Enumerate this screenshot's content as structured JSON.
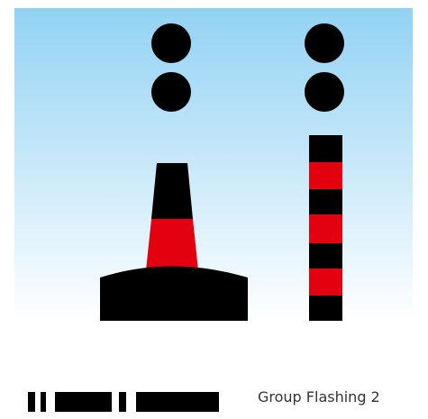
{
  "colors": {
    "sky_top": "#92d2f4",
    "sky_bottom": "#ffffff",
    "black": "#000000",
    "red": "#e3000f",
    "white": "#ffffff"
  },
  "marks": {
    "topmark": "two black spheres",
    "left_buoy": "pillar buoy, black with red band",
    "right_buoy": "spar buoy, black with red bands"
  },
  "light_character": {
    "label": "Group Flashing 2",
    "pattern": [
      "dark",
      "light",
      "dark",
      "light",
      "dark",
      "light",
      "dark",
      "light",
      "dark"
    ]
  }
}
